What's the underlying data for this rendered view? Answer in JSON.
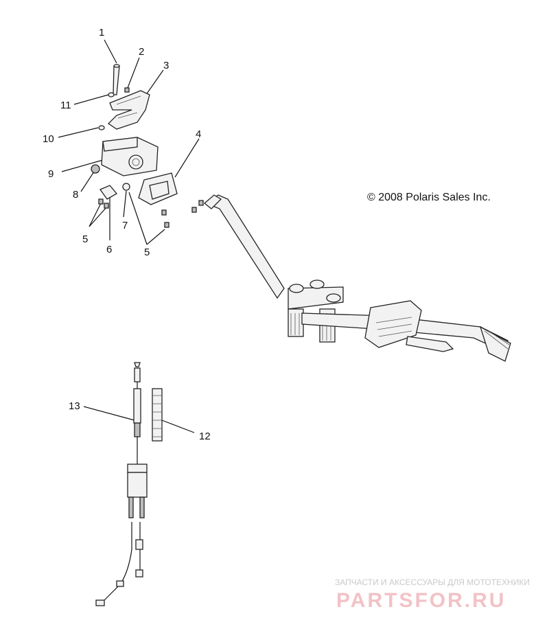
{
  "copyright": "© 2008 Polaris Sales Inc.",
  "callouts": [
    "1",
    "2",
    "3",
    "4",
    "5",
    "6",
    "7",
    "8",
    "9",
    "10",
    "11",
    "5",
    "12",
    "13"
  ],
  "watermark": {
    "tagline": "ЗАПЧАСТИ И АКСЕССУАРЫ ДЛЯ МОТОТЕХНИКИ",
    "brand": "PARTSFOR.RU"
  }
}
